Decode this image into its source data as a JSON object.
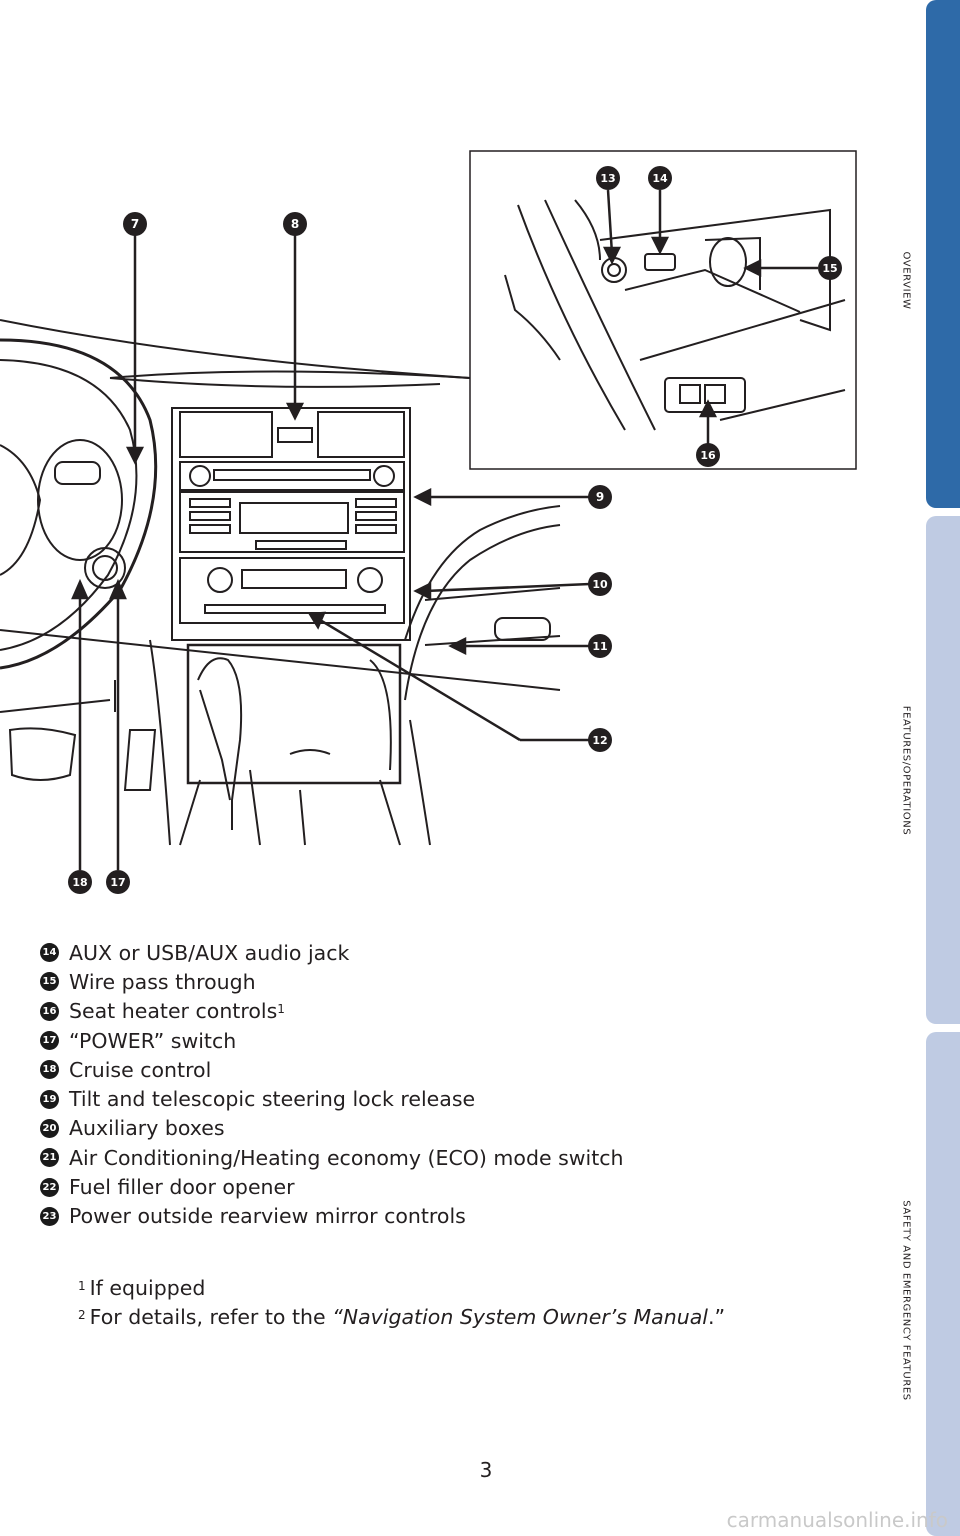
{
  "side_tabs": [
    {
      "label": "OVERVIEW",
      "active": true
    },
    {
      "label": "FEATURES/OPERATIONS",
      "active": false
    },
    {
      "label": "SAFETY AND EMERGENCY FEATURES",
      "active": false
    }
  ],
  "diagram": {
    "callouts": [
      "7",
      "8",
      "9",
      "10",
      "11",
      "12",
      "13",
      "14",
      "15",
      "16",
      "17",
      "18"
    ]
  },
  "legend": [
    {
      "num": "14",
      "text": "AUX or USB/AUX audio jack",
      "sup": ""
    },
    {
      "num": "15",
      "text": "Wire pass through",
      "sup": ""
    },
    {
      "num": "16",
      "text": "Seat heater controls",
      "sup": "1"
    },
    {
      "num": "17",
      "text": "“POWER” switch",
      "sup": ""
    },
    {
      "num": "18",
      "text": "Cruise control",
      "sup": ""
    },
    {
      "num": "19",
      "text": "Tilt and telescopic steering lock release",
      "sup": ""
    },
    {
      "num": "20",
      "text": "Auxiliary boxes",
      "sup": ""
    },
    {
      "num": "21",
      "text": "Air Conditioning/Heating economy (ECO) mode switch",
      "sup": ""
    },
    {
      "num": "22",
      "text": "Fuel filler door opener",
      "sup": ""
    },
    {
      "num": "23",
      "text": "Power outside rearview mirror controls",
      "sup": ""
    }
  ],
  "footnotes": {
    "note1_mark": "1",
    "note1_text": "If equipped",
    "note2_mark": "2",
    "note2_prefix": "For details, refer to the ",
    "note2_emphasis": "“Navigation System Owner’s Manual",
    "note2_suffix": ".”"
  },
  "page_number": "3",
  "watermark": "carmanualsonline.info",
  "colors": {
    "tab_active": "#2e6aa8",
    "tab_inactive": "#bfcbe3",
    "ink": "#231f20"
  }
}
